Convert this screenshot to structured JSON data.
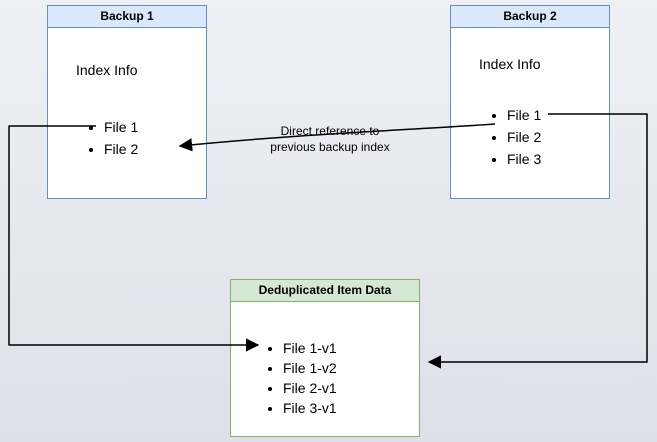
{
  "diagram": {
    "backup1": {
      "title": "Backup 1",
      "section": "Index Info",
      "files": [
        "File 1",
        "File 2"
      ]
    },
    "backup2": {
      "title": "Backup 2",
      "section": "Index Info",
      "files": [
        "File 1",
        "File 2",
        "File 3"
      ]
    },
    "dedup": {
      "title": "Deduplicated Item Data",
      "files": [
        "File 1-v1",
        "File 1-v2",
        "File 2-v1",
        "File 3-v1"
      ]
    },
    "annotation": "Direct reference to\nprevious backup index",
    "colors": {
      "backup_header_fill": "#dae8fc",
      "backup_stroke": "#6c8ebf",
      "dedup_header_fill": "#d5e8d4",
      "dedup_stroke": "#82b366",
      "box_body_fill": "#ffffff",
      "arrow": "#000000"
    }
  }
}
